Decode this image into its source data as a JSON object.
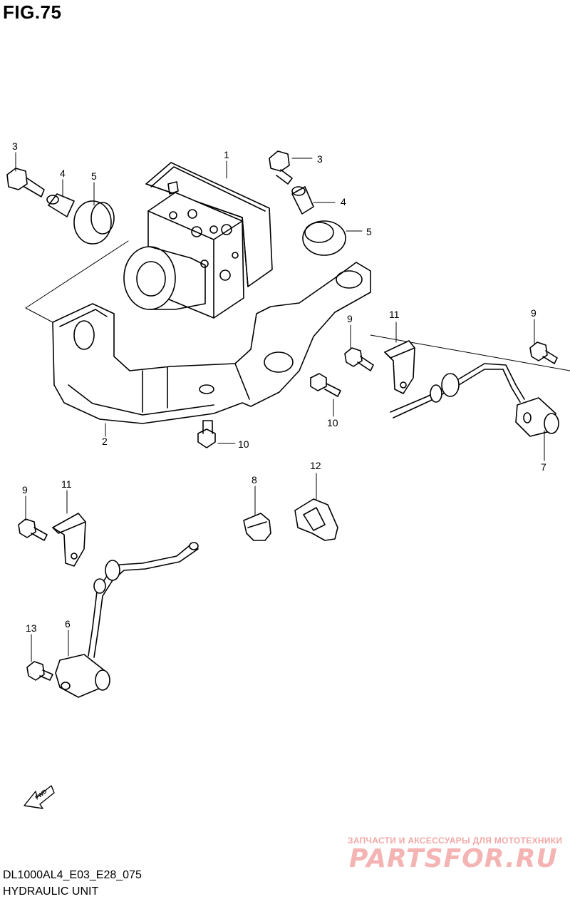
{
  "figure": {
    "title": "FIG.75",
    "model_code": "DL1000AL4_E03_E28_075",
    "name": "HYDRAULIC UNIT"
  },
  "fwd_label": "FWD",
  "watermark": {
    "line1": "ЗАПЧАСТИ И АКСЕССУАРЫ ДЛЯ МОТОТЕХНИКИ",
    "line2": "PARTSFOR.RU"
  },
  "callouts": [
    {
      "id": "c1",
      "text": "1"
    },
    {
      "id": "c2",
      "text": "2"
    },
    {
      "id": "c3a",
      "text": "3"
    },
    {
      "id": "c3b",
      "text": "3"
    },
    {
      "id": "c4a",
      "text": "4"
    },
    {
      "id": "c4b",
      "text": "4"
    },
    {
      "id": "c5a",
      "text": "5"
    },
    {
      "id": "c5b",
      "text": "5"
    },
    {
      "id": "c6",
      "text": "6"
    },
    {
      "id": "c7",
      "text": "7"
    },
    {
      "id": "c8",
      "text": "8"
    },
    {
      "id": "c9a",
      "text": "9"
    },
    {
      "id": "c9b",
      "text": "9"
    },
    {
      "id": "c10a",
      "text": "10"
    },
    {
      "id": "c10b",
      "text": "10"
    },
    {
      "id": "c11a",
      "text": "11"
    },
    {
      "id": "c11b",
      "text": "11"
    },
    {
      "id": "c12",
      "text": "12"
    },
    {
      "id": "c13",
      "text": "13"
    }
  ]
}
